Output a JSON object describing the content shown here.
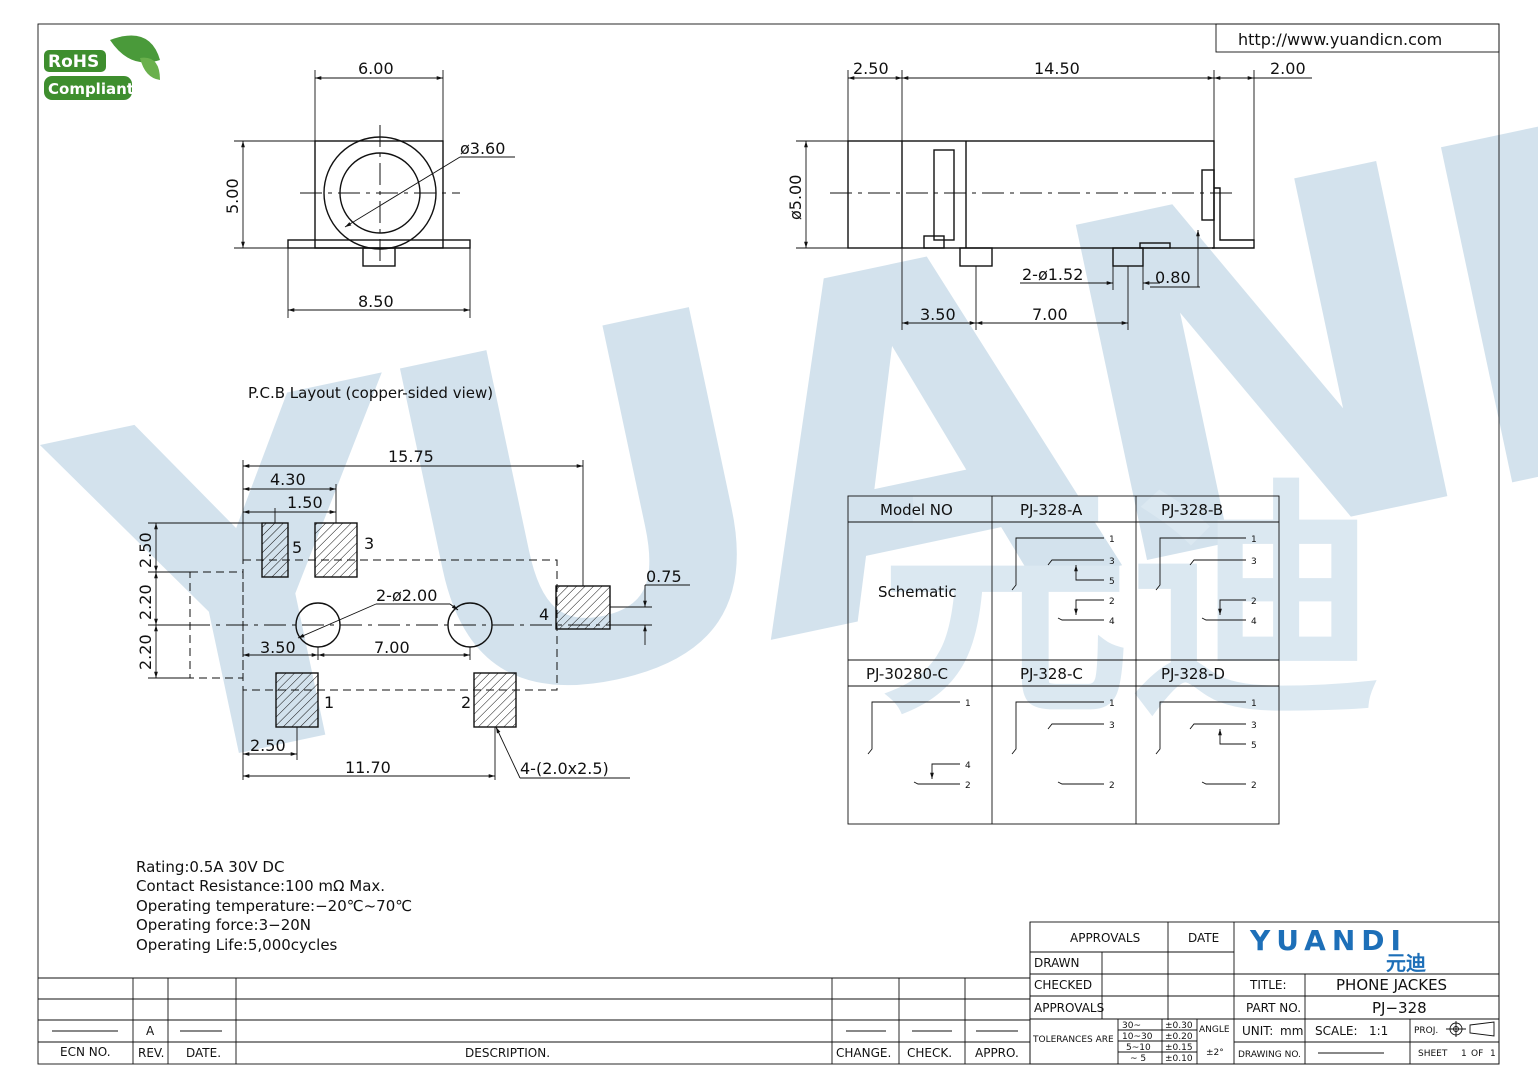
{
  "url": "http://www.yuandicn.com",
  "rohs": {
    "line1": "RoHS",
    "line2": "Compliant"
  },
  "watermark": {
    "latin": "YUANDI",
    "cjk": "元迪"
  },
  "front_view": {
    "width": "6.00",
    "height": "5.00",
    "diameter": "ø3.60",
    "base_width": "8.50"
  },
  "side_view": {
    "d1": "2.50",
    "d2": "14.50",
    "d3": "2.00",
    "diameter": "ø5.00",
    "holes": "2-ø1.52",
    "pin": "0.80",
    "x1": "3.50",
    "x2": "7.00"
  },
  "pcb": {
    "title": "P.C.B Layout (copper-sided view)",
    "total": "15.75",
    "d430": "4.30",
    "d150": "1.50",
    "d250v": "2.50",
    "d220a": "2.20",
    "d220b": "2.20",
    "d075": "0.75",
    "holes": "2-ø2.00",
    "d350": "3.50",
    "d700": "7.00",
    "d250h": "2.50",
    "d1170": "11.70",
    "pads": "4-(2.0x2.5)",
    "pins": [
      "5",
      "3",
      "4",
      "1",
      "2"
    ]
  },
  "schematic_table": {
    "headers_top": [
      "Model NO",
      "PJ-328-A",
      "PJ-328-B"
    ],
    "row_label": "Schematic",
    "headers_bottom": [
      "PJ-30280-C",
      "PJ-328-C",
      "PJ-328-D"
    ],
    "cells": [
      {
        "pins": [
          "1",
          "3",
          "5",
          "2",
          "4"
        ]
      },
      {
        "pins": [
          "1",
          "3",
          "2",
          "4"
        ]
      },
      {
        "pins": [
          "1",
          "4",
          "2"
        ]
      },
      {
        "pins": [
          "1",
          "3",
          "2"
        ]
      },
      {
        "pins": [
          "1",
          "3",
          "5",
          "2"
        ]
      }
    ]
  },
  "specs": [
    "Rating:0.5A 30V DC",
    "Contact Resistance:100 mΩ Max.",
    "Operating temperature:−20℃~70℃",
    "Operating force:3−20N",
    "Operating Life:5,000cycles"
  ],
  "revision_block": {
    "rev_value": "A",
    "headers": [
      "ECN NO.",
      "REV.",
      "DATE.",
      "DESCRIPTION.",
      "CHANGE.",
      "CHECK.",
      "APPRO."
    ]
  },
  "title_block": {
    "approvals": "APPROVALS",
    "date": "DATE",
    "drawn": "DRAWN",
    "checked": "CHECKED",
    "approvals2": "APPROVALS",
    "tolerances": "TOLERANCES ARE",
    "tol_ranges": [
      "30~",
      "10~30",
      "5~10",
      "~ 5"
    ],
    "tol_values": [
      "±0.30",
      "±0.20",
      "±0.15",
      "±0.10"
    ],
    "angle": "ANGLE",
    "angle_value": "±2°",
    "logo": "YUANDI",
    "logo_cjk": "元迪",
    "title_label": "TITLE:",
    "title_value": "PHONE JACKES",
    "part_label": "PART NO.",
    "part_value": "PJ−328",
    "unit_label": "UNIT:",
    "unit_value": "mm",
    "scale_label": "SCALE:",
    "scale_value": "1:1",
    "proj_label": "PROJ.",
    "drawing_no": "DRAWING NO.",
    "sheet_label": "SHEET",
    "sheet_value": "1",
    "of_label": "OF",
    "of_value": "1"
  }
}
